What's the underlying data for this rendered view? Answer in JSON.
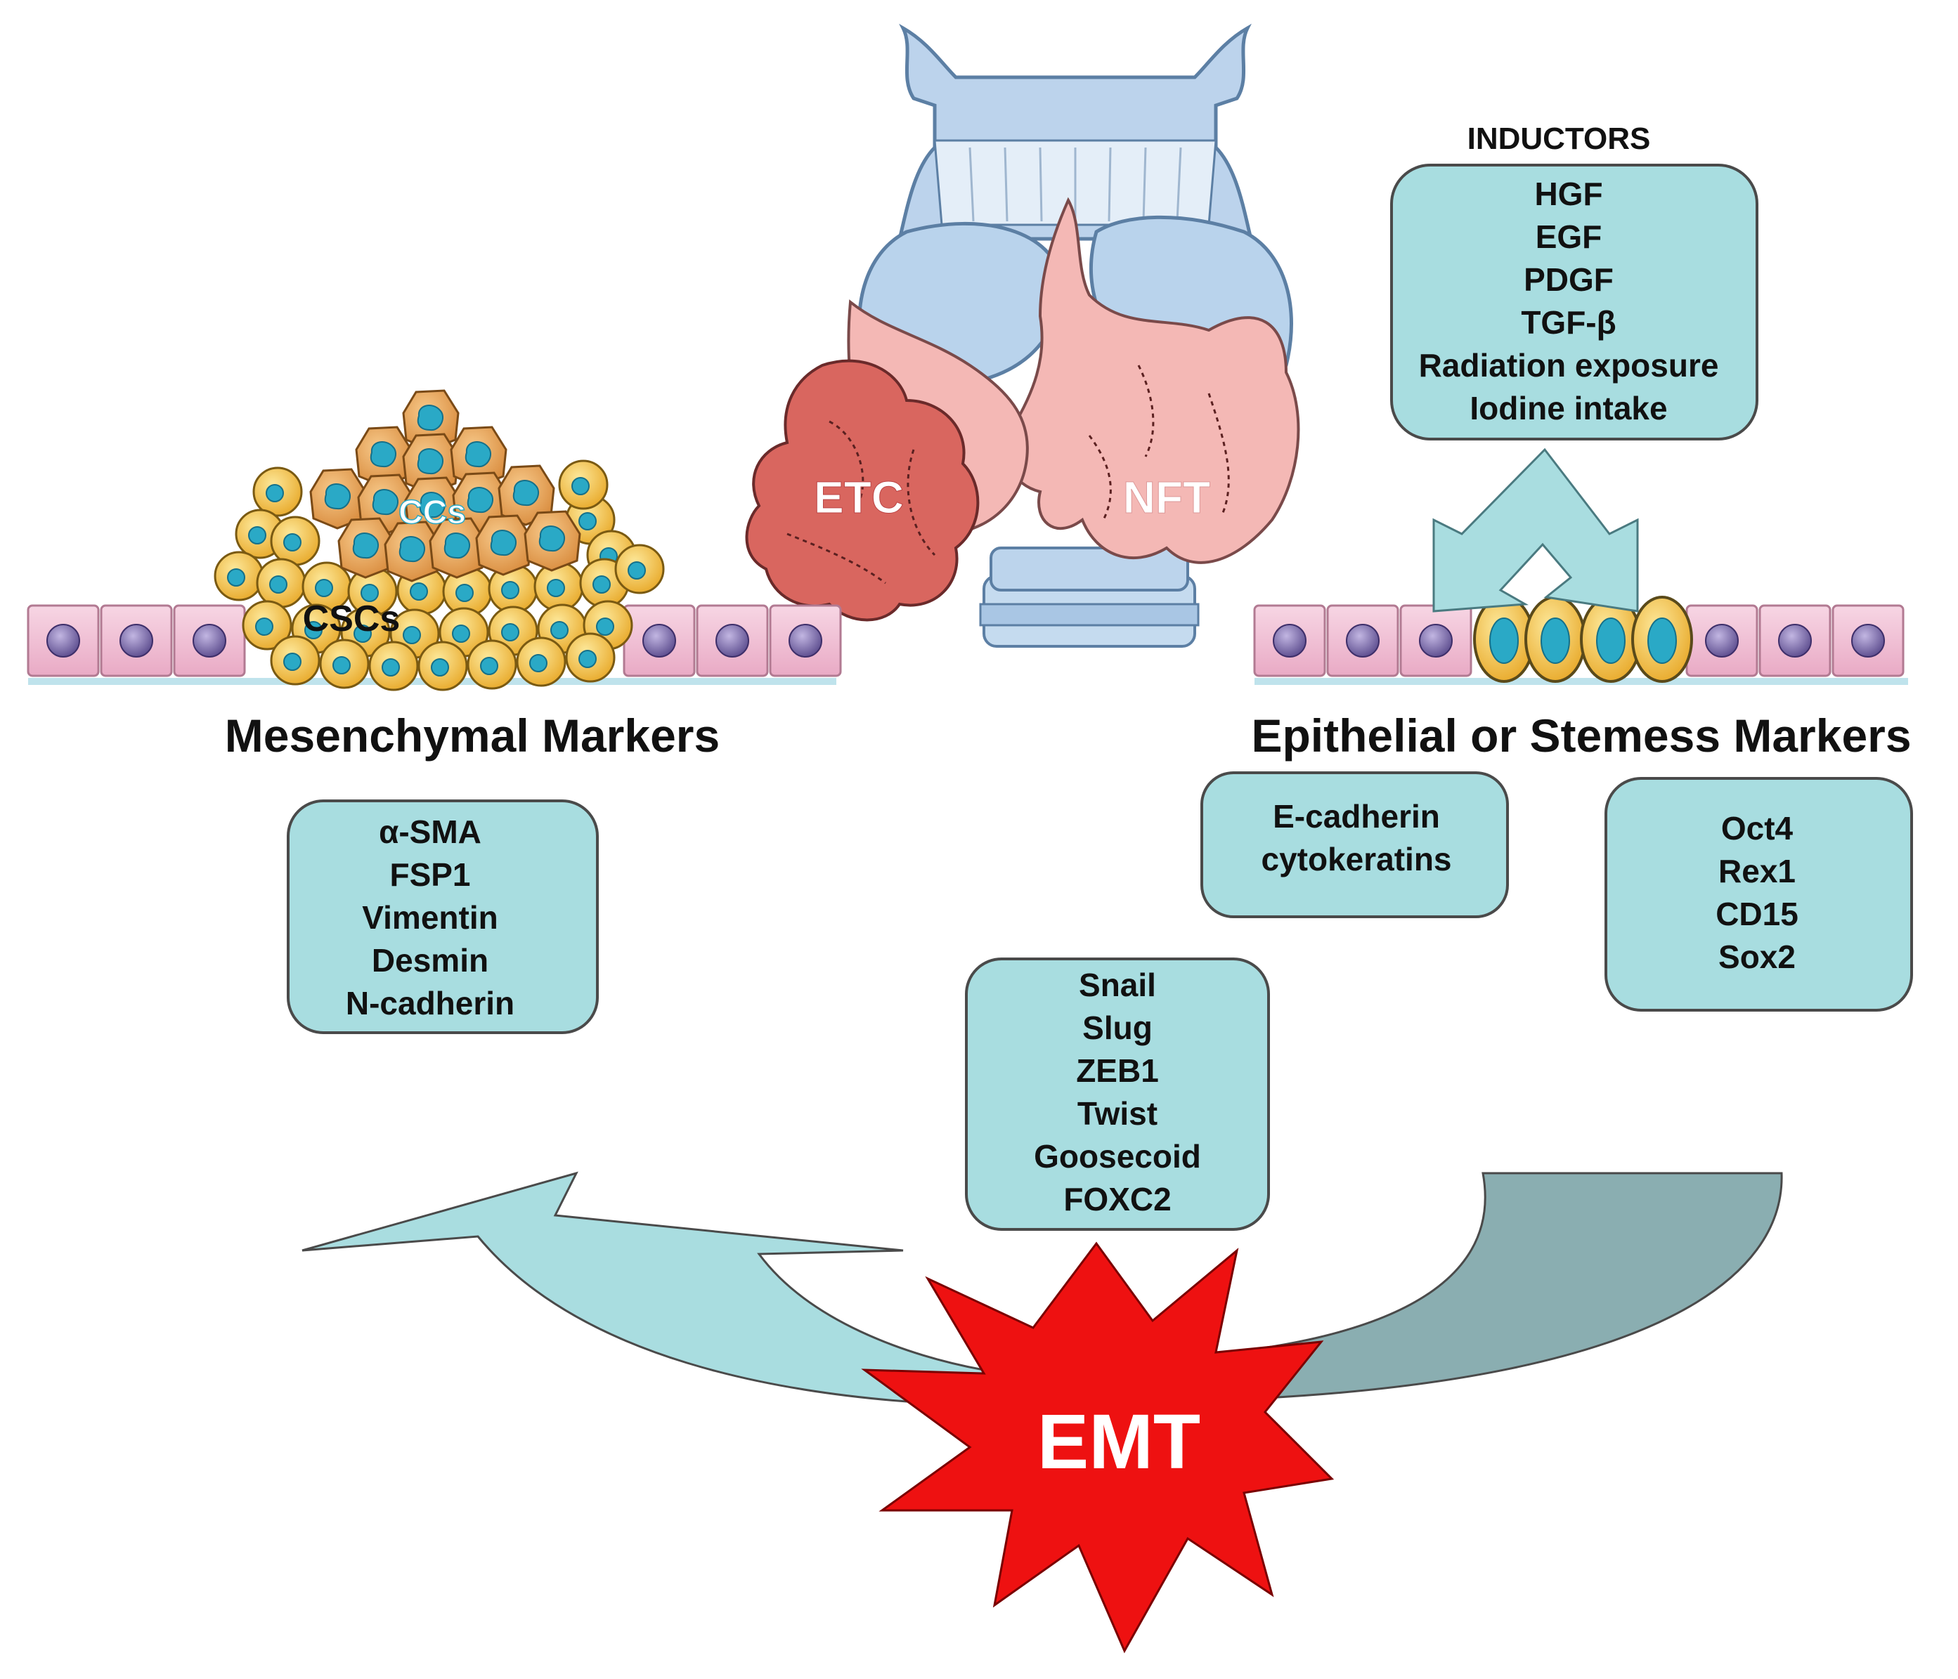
{
  "labels": {
    "inductors_title": "INDUCTORS",
    "etc": "ETC",
    "nft": "NFT",
    "ccs": "CCs",
    "cscs": "CSCs",
    "mesenchymal_heading": "Mesenchymal Markers",
    "epithelial_heading": "Epithelial or Stemess Markers",
    "emt": "EMT"
  },
  "inductors": [
    "HGF",
    "EGF",
    "PDGF",
    "TGF-β",
    "Radiation exposure",
    "Iodine intake"
  ],
  "mesenchymal_markers": [
    "α-SMA",
    "FSP1",
    "Vimentin",
    "Desmin",
    "N-cadherin"
  ],
  "epithelial_markers": [
    "E-cadherin",
    "cytokeratins"
  ],
  "stemness_markers": [
    "Oct4",
    "Rex1",
    "CD15",
    "Sox2"
  ],
  "transcription_factors": [
    "Snail",
    "Slug",
    "ZEB1",
    "Twist",
    "Goosecoid",
    "FOXC2"
  ],
  "colors": {
    "box_fill": "#a8dde0",
    "box_stroke": "#4a4a4a",
    "arrow_light": "#a9dde0",
    "arrow_dark": "#8aaeb1",
    "thyroid_blue": "#b9d3ec",
    "thyroid_pink": "#f4b8b5",
    "tumor_red": "#d9665f",
    "epithelial_pink": "#f2c6da",
    "nucleus_purple": "#7a68a8",
    "csc_yellow": "#f6c74a",
    "cell_nucleus_teal": "#2aa9c6",
    "emt_star": "#ee1111"
  }
}
